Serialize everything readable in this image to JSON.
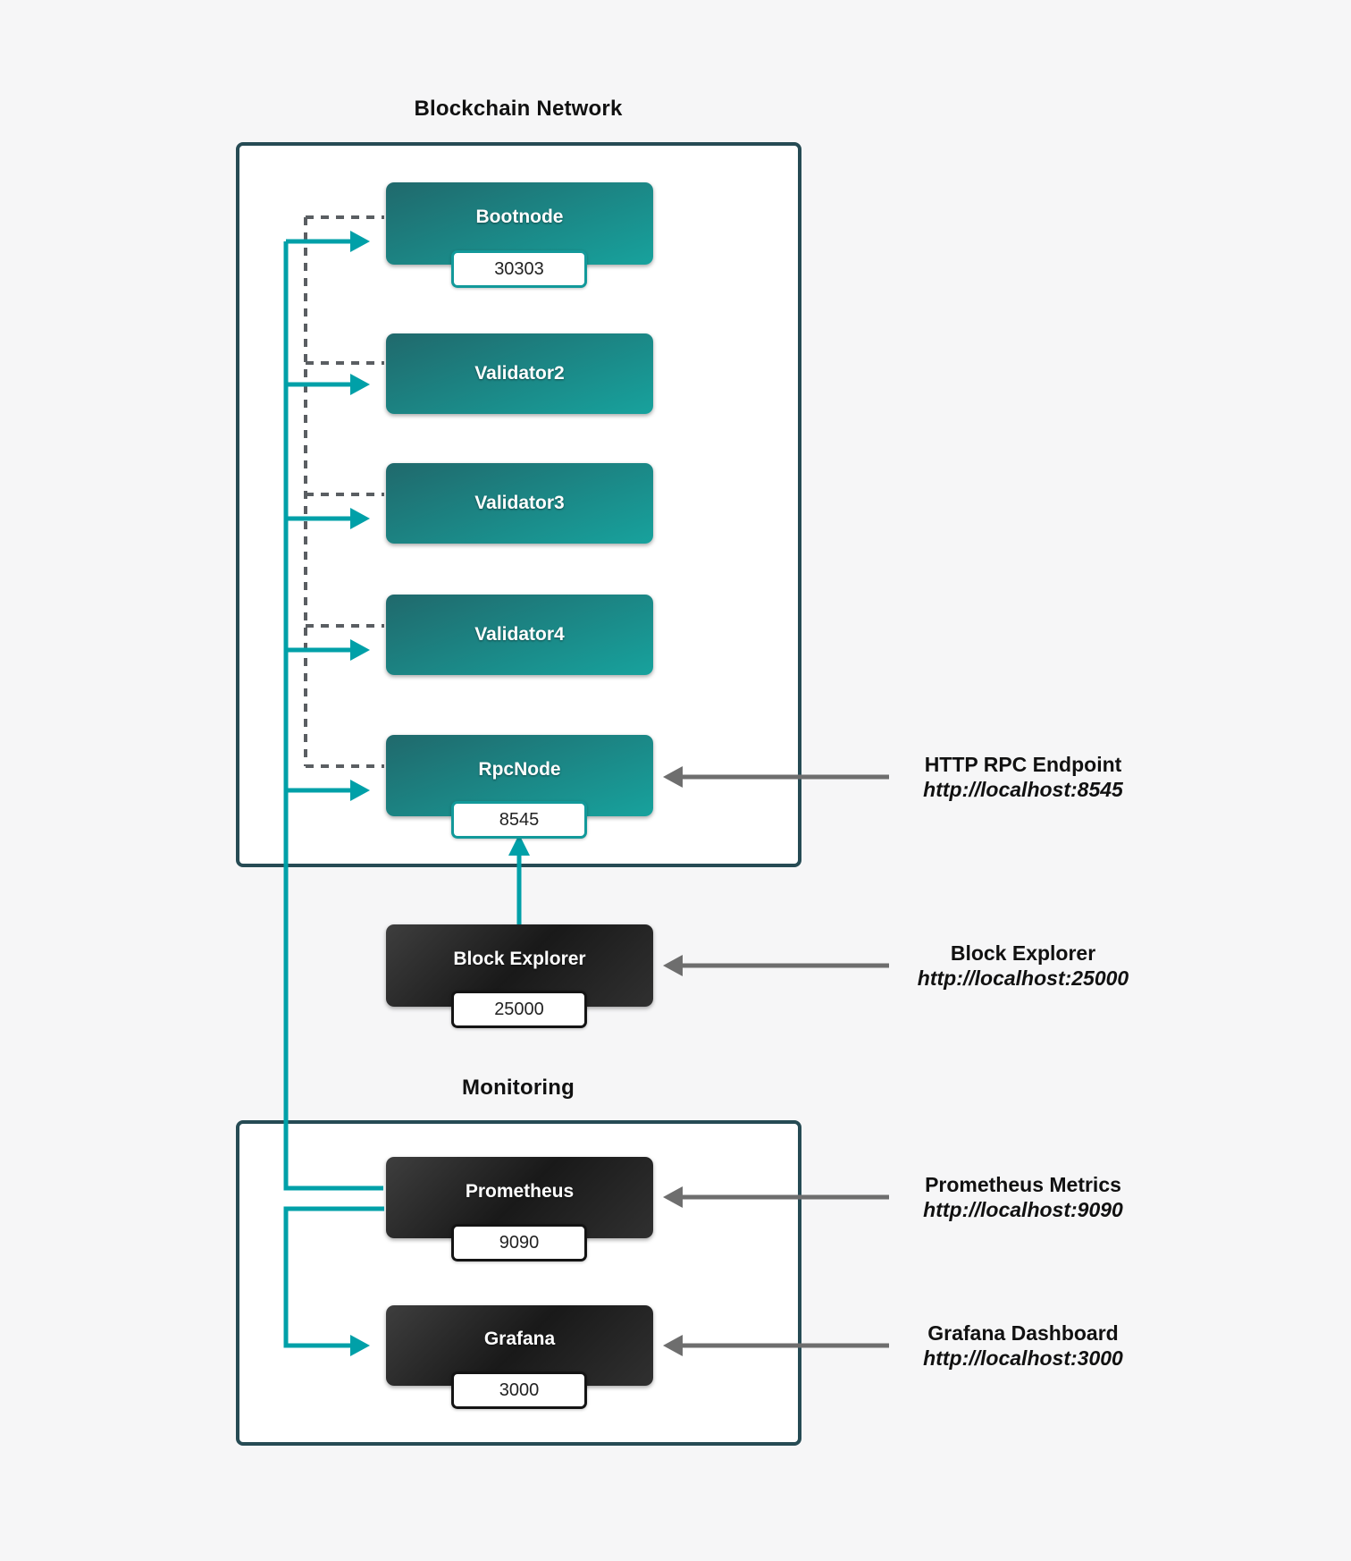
{
  "titles": {
    "network": "Blockchain Network",
    "monitoring": "Monitoring"
  },
  "nodes": {
    "bootnode": {
      "label": "Bootnode",
      "port": "30303"
    },
    "validator2": {
      "label": "Validator2"
    },
    "validator3": {
      "label": "Validator3"
    },
    "validator4": {
      "label": "Validator4"
    },
    "rpcnode": {
      "label": "RpcNode",
      "port": "8545"
    },
    "block_explorer": {
      "label": "Block Explorer",
      "port": "25000"
    },
    "prometheus": {
      "label": "Prometheus",
      "port": "9090"
    },
    "grafana": {
      "label": "Grafana",
      "port": "3000"
    }
  },
  "annotations": {
    "rpc": {
      "title": "HTTP RPC Endpoint",
      "url": "http://localhost:8545"
    },
    "explorer": {
      "title": "Block Explorer",
      "url": "http://localhost:25000"
    },
    "metrics": {
      "title": "Prometheus Metrics",
      "url": "http://localhost:9090"
    },
    "dashboard": {
      "title": "Grafana Dashboard",
      "url": "http://localhost:3000"
    }
  },
  "colors": {
    "bg": "#f6f6f7",
    "container_border": "#264b54",
    "teal_dark": "#20696c",
    "teal_bright": "#17a29d",
    "dark_hi": "#3e3e3e",
    "dark_lo": "#191919",
    "dark_mid": "#303030",
    "teal_line": "#00a0a8",
    "gray_line": "#6e6e6e",
    "dashed_line": "#5a5e62",
    "badge_border_teal": "#12999a",
    "badge_border_dark": "#141414",
    "text_dark": "#111111",
    "node_text": "#ffffff"
  }
}
